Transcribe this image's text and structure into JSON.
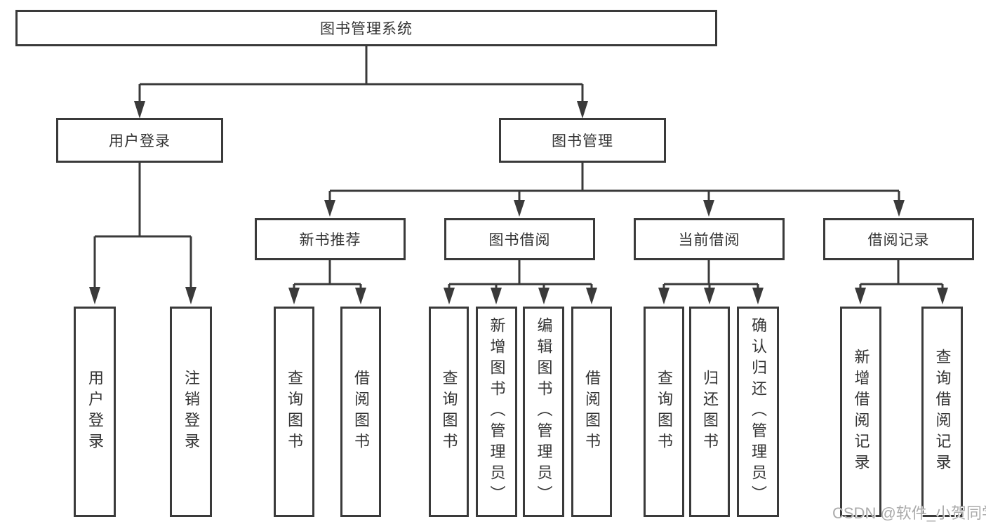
{
  "diagram_title": "图书管理系统",
  "tree": {
    "root": {
      "label": "图书管理系统"
    },
    "branches": [
      {
        "label": "用户登录",
        "children": [
          {
            "label": "用户登录"
          },
          {
            "label": "注销登录"
          }
        ]
      },
      {
        "label": "图书管理",
        "children": [
          {
            "label": "新书推荐",
            "children": [
              {
                "label": "查询图书"
              },
              {
                "label": "借阅图书"
              }
            ]
          },
          {
            "label": "图书借阅",
            "children": [
              {
                "label": "查询图书"
              },
              {
                "label": "新增图书（管理员）"
              },
              {
                "label": "编辑图书（管理员）"
              },
              {
                "label": "借阅图书"
              }
            ]
          },
          {
            "label": "当前借阅",
            "children": [
              {
                "label": "查询图书"
              },
              {
                "label": "归还图书"
              },
              {
                "label": "确认归还（管理员）"
              }
            ]
          },
          {
            "label": "借阅记录",
            "children": [
              {
                "label": "新增借阅记录"
              },
              {
                "label": "查询借阅记录"
              }
            ]
          }
        ]
      }
    ]
  },
  "watermark": "CSDN @软件_小贺同学",
  "colors": {
    "line": "#3a3a3a",
    "text": "#333333",
    "box_background": "#ffffff",
    "watermark": "#ababab",
    "background": "#ffffff"
  }
}
